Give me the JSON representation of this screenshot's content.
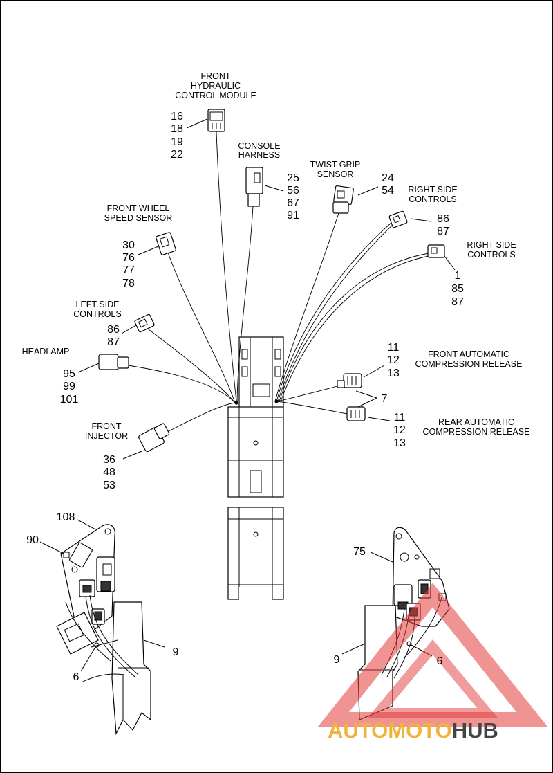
{
  "labels": {
    "front_hcm": [
      "FRONT",
      "HYDRAULIC",
      "CONTROL MODULE"
    ],
    "console_harness": [
      "CONSOLE",
      "HARNESS"
    ],
    "twist_grip": [
      "TWIST GRIP",
      "SENSOR"
    ],
    "right_side_controls_a": [
      "RIGHT SIDE",
      "CONTROLS"
    ],
    "right_side_controls_b": [
      "RIGHT SIDE",
      "CONTROLS"
    ],
    "front_wheel_speed": [
      "FRONT WHEEL",
      "SPEED SENSOR"
    ],
    "left_side_controls": [
      "LEFT SIDE",
      "CONTROLS"
    ],
    "headlamp": [
      "HEADLAMP"
    ],
    "front_acr": [
      "FRONT AUTOMATIC",
      "COMPRESSION RELEASE"
    ],
    "rear_acr": [
      "REAR AUTOMATIC",
      "COMPRESSION RELEASE"
    ],
    "front_injector": [
      "FRONT",
      "INJECTOR"
    ]
  },
  "callouts": {
    "front_hcm": [
      "16",
      "18",
      "19",
      "22"
    ],
    "console_harness": [
      "25",
      "56",
      "67",
      "91"
    ],
    "twist_grip": [
      "24",
      "54"
    ],
    "right_side_controls_a": [
      "86",
      "87"
    ],
    "right_side_controls_b": [
      "1",
      "85",
      "87"
    ],
    "front_wheel_speed": [
      "30",
      "76",
      "77",
      "78"
    ],
    "left_side_controls": [
      "86",
      "87"
    ],
    "headlamp": [
      "95",
      "99",
      "101"
    ],
    "front_acr": [
      "11",
      "12",
      "13"
    ],
    "acr_common": "7",
    "rear_acr": [
      "11",
      "12",
      "13"
    ],
    "front_injector": [
      "36",
      "48",
      "53"
    ],
    "left_108": "108",
    "left_90": "90",
    "left_9": "9",
    "left_6": "6",
    "right_75": "75",
    "right_9": "9",
    "right_6": "6"
  },
  "watermark": {
    "part1": "AUTO",
    "part2": "MOTO",
    "part3": "HUB",
    "color_primary": "#f2b23a",
    "color_secondary": "#444444",
    "color_triangle": "#e23a3a"
  }
}
